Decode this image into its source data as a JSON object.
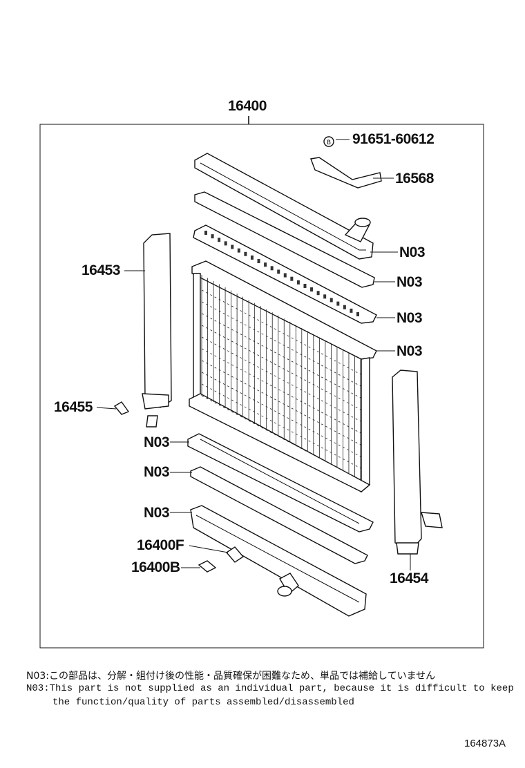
{
  "diagram": {
    "assembly_number": "16400",
    "labels": {
      "bolt": "91651-60612",
      "bracket": "16568",
      "left_support": "16453",
      "clip": "16455",
      "right_support": "16454",
      "drain_cock": "16400F",
      "drain_plug": "16400B",
      "not_supplied": "N03"
    },
    "bolt_marker": "B"
  },
  "notes": {
    "japanese": "N03:この部品は、分解・組付け後の性能・品質確保が困難なため、単品では補給していません",
    "english_line1": "N03:This part is not supplied as an individual part, because it is difficult to keep",
    "english_line2": "the function/quality of parts assembled/disassembled"
  },
  "illustration_code": "164873A"
}
